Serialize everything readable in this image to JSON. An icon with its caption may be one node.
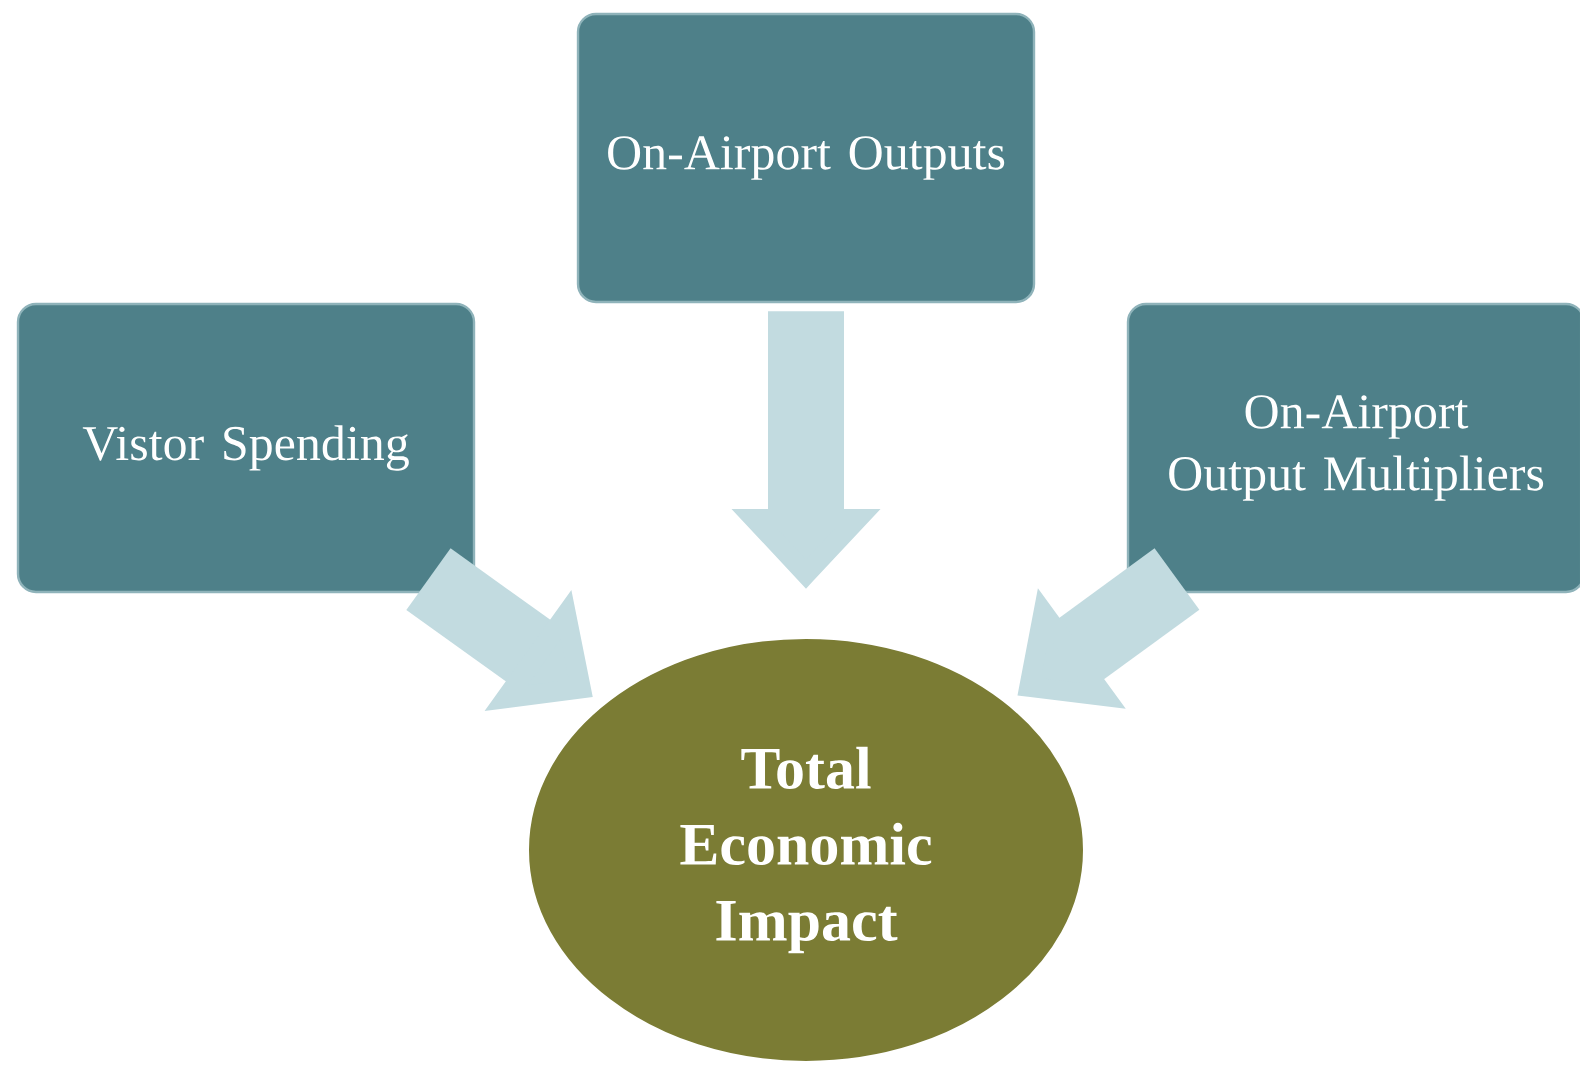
{
  "diagram": {
    "nodes": [
      {
        "text": [
          "Vistor Spending"
        ]
      },
      {
        "text": [
          "On-Airport Outputs"
        ]
      },
      {
        "text": [
          "On-Airport Output Multipliers"
        ]
      },
      {
        "text": [
          "Total Economic Impact"
        ]
      }
    ],
    "edges": [
      {
        "from": 0,
        "to": 3,
        "arrow": "to"
      },
      {
        "from": 1,
        "to": 3,
        "arrow": "to"
      },
      {
        "from": 2,
        "to": 3,
        "arrow": "to"
      }
    ]
  }
}
